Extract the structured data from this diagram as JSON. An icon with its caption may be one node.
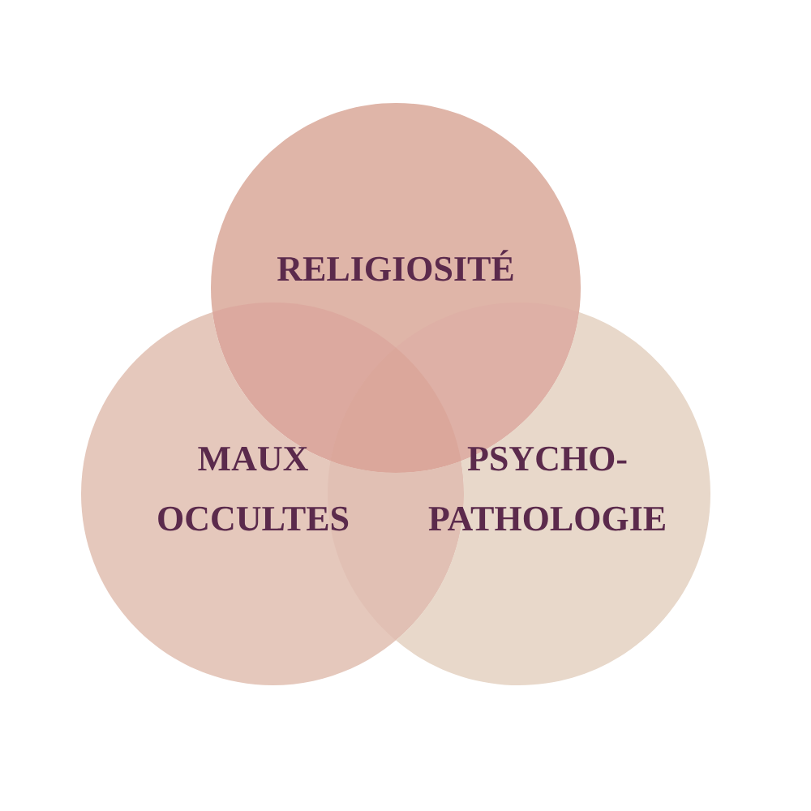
{
  "diagram": {
    "nodes": [
      {
        "text": [
          "RELIGIOSITÉ"
        ]
      },
      {
        "text": [
          "MAUX OCCULTES"
        ]
      },
      {
        "text": [
          "PSYCHO- PATHOLOGIE"
        ]
      }
    ]
  }
}
